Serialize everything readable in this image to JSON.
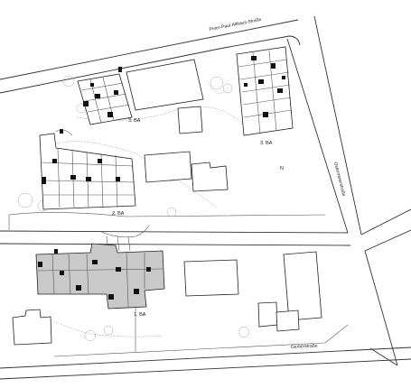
{
  "streets": {
    "north": "Peter-Paul-Althaus-Straße",
    "east": "Ostermeierstraße",
    "south": "Gerberstraße"
  },
  "phases": {
    "ba3_west": "3. BA",
    "ba3_east": "3. BA",
    "ba2": "2. BA",
    "ba1": "1. BA"
  },
  "marker": "N"
}
